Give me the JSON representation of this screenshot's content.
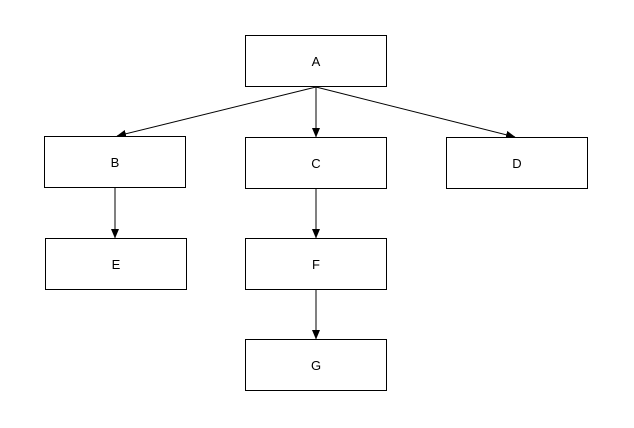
{
  "diagram": {
    "type": "tree",
    "nodes": [
      {
        "id": "A",
        "label": "A"
      },
      {
        "id": "B",
        "label": "B"
      },
      {
        "id": "C",
        "label": "C"
      },
      {
        "id": "D",
        "label": "D"
      },
      {
        "id": "E",
        "label": "E"
      },
      {
        "id": "F",
        "label": "F"
      },
      {
        "id": "G",
        "label": "G"
      }
    ],
    "edges": [
      {
        "from": "A",
        "to": "B"
      },
      {
        "from": "A",
        "to": "C"
      },
      {
        "from": "A",
        "to": "D"
      },
      {
        "from": "B",
        "to": "E"
      },
      {
        "from": "C",
        "to": "F"
      },
      {
        "from": "F",
        "to": "G"
      }
    ],
    "colors": {
      "background": "#ffffff",
      "box_fill": "#ffffff",
      "box_border": "#000000",
      "arrow": "#000000",
      "text": "#000000"
    }
  }
}
